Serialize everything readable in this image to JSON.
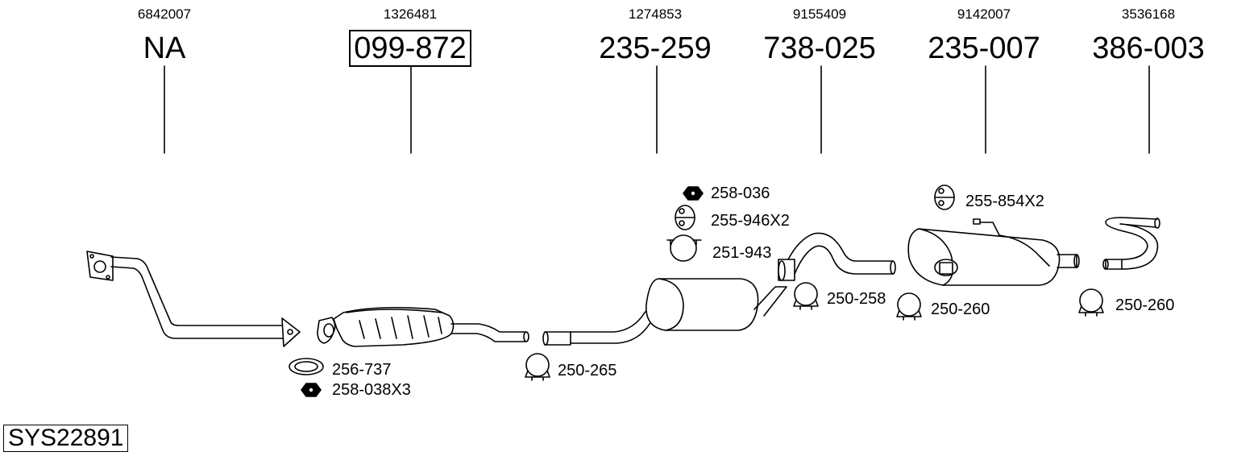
{
  "system_id": "SYS22891",
  "columns": [
    {
      "oem_number": "6842007",
      "part_number": "NA",
      "highlighted": false
    },
    {
      "oem_number": "1326481",
      "part_number": "099-872",
      "highlighted": true
    },
    {
      "oem_number": "1274853",
      "part_number": "235-259",
      "highlighted": false
    },
    {
      "oem_number": "9155409",
      "part_number": "738-025",
      "highlighted": false
    },
    {
      "oem_number": "9142007",
      "part_number": "235-007",
      "highlighted": false
    },
    {
      "oem_number": "3536168",
      "part_number": "386-003",
      "highlighted": false
    }
  ],
  "accessory_labels": {
    "gasket": "256-737",
    "nut_cat": "258-038X3",
    "clamp_1": "250-265",
    "nut_mid": "258-036",
    "hanger_mid": "255-946X2",
    "bracket_mid": "251-943",
    "clamp_2": "250-258",
    "hanger_rear": "255-854X2",
    "clamp_3": "250-260",
    "clamp_4": "250-260"
  }
}
